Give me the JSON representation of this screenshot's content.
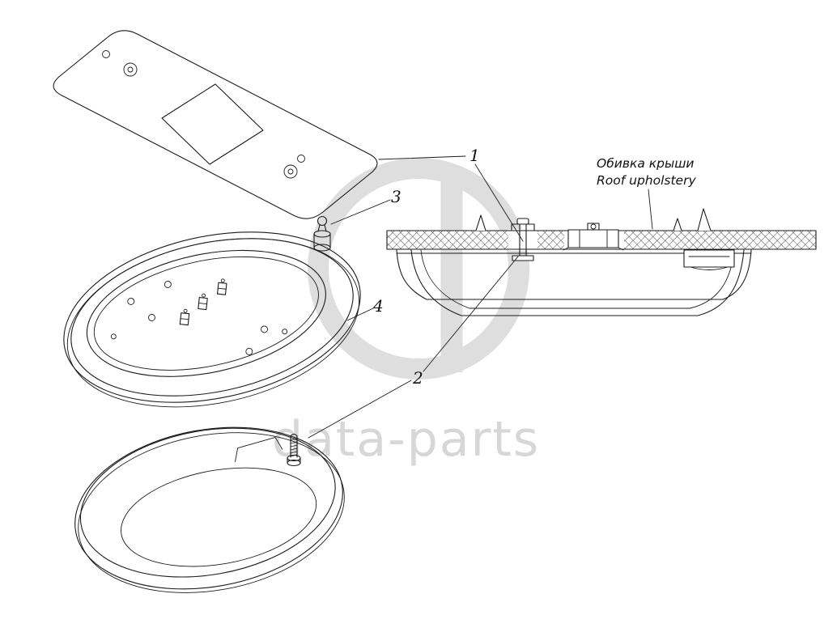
{
  "diagram": {
    "type": "exploded-parts-diagram",
    "callouts": [
      {
        "label": "1"
      },
      {
        "label": "2"
      },
      {
        "label": "3"
      },
      {
        "label": "4"
      }
    ],
    "annotations": {
      "roof_upholstery": {
        "ru": "Обивка крыши",
        "en": "Roof upholstery"
      }
    },
    "watermark": {
      "text": "data-parts",
      "color": "#d7d7d7"
    },
    "colors": {
      "line": "#1b1b1b",
      "background": "#ffffff"
    }
  }
}
